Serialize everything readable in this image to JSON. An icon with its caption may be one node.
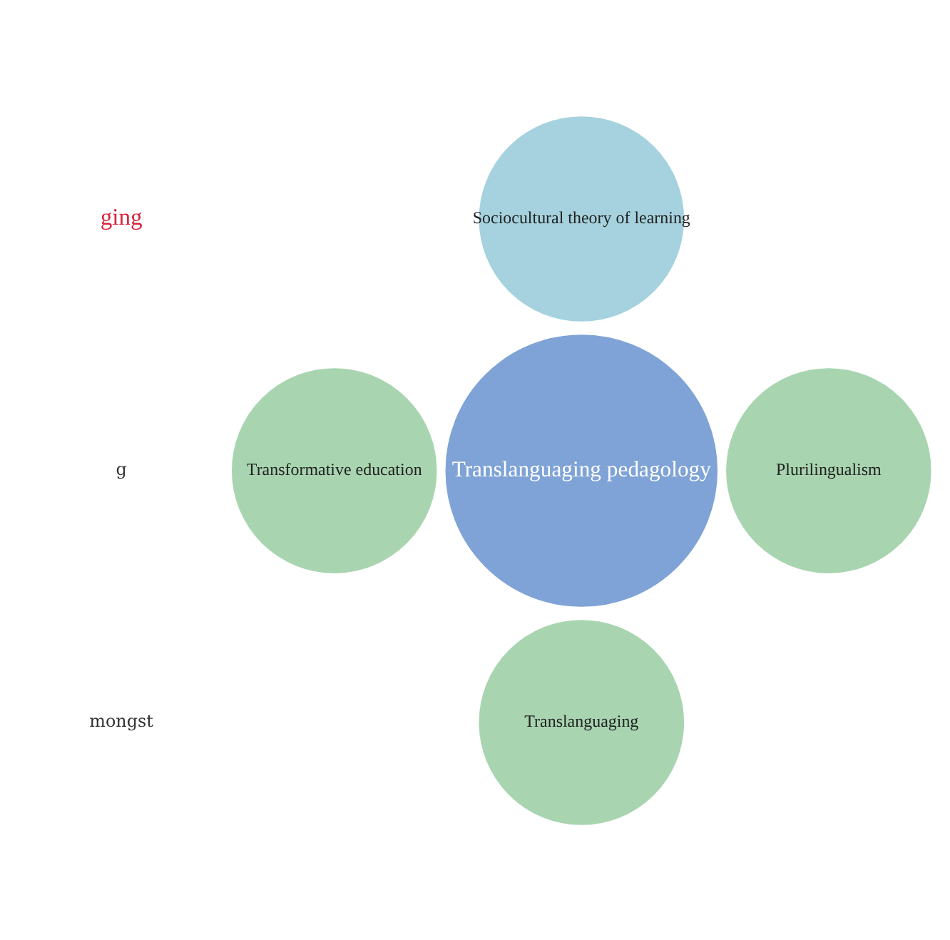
{
  "diagram": {
    "nodes": [
      {
        "text": [
          "Sociocultural theory of learning"
        ]
      },
      {
        "text": [
          "Transformative education"
        ]
      },
      {
        "text": [
          "Translanguaging pedagology"
        ]
      },
      {
        "text": [
          "Plurilingualism"
        ]
      },
      {
        "text": [
          "Translanguaging"
        ]
      }
    ],
    "edges": [],
    "labels": [
      "ging",
      "g",
      "mongst"
    ]
  }
}
